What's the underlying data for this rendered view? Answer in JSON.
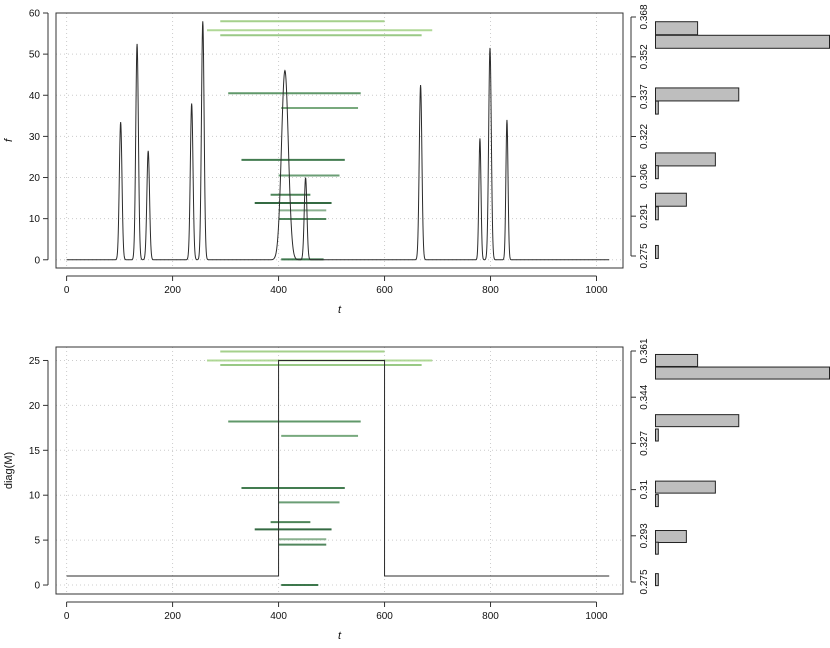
{
  "colors": {
    "frame": "#333333",
    "signal": "#2b2b2b",
    "grid": "#cccccc",
    "hist_fill": "#bebebe",
    "hist_stroke": "#222222"
  },
  "chart_data": [
    {
      "type": "line",
      "panel": "top",
      "xlabel": "t",
      "ylabel": "f",
      "xlim": [
        -20,
        1050
      ],
      "ylim": [
        -2,
        60
      ],
      "xticks": [
        0,
        200,
        400,
        600,
        800,
        1000
      ],
      "yticks": [
        0,
        10,
        20,
        30,
        40,
        50,
        60
      ],
      "right_axis_ticks": [
        "0.275",
        "0.291",
        "0.306",
        "0.322",
        "0.337",
        "0.352",
        "0.368"
      ],
      "grid": true,
      "series": [
        {
          "peaks": [
            {
              "center": 102,
              "height": 33.5,
              "width": 2.5
            },
            {
              "center": 133,
              "height": 52.5,
              "width": 2.5
            },
            {
              "center": 154,
              "height": 26.5,
              "width": 2.5
            },
            {
              "center": 236,
              "height": 38.0,
              "width": 2.5
            },
            {
              "center": 257,
              "height": 58.0,
              "width": 2.5
            },
            {
              "center": 412,
              "height": 46.0,
              "width": 6.5
            },
            {
              "center": 451,
              "height": 20.0,
              "width": 2.5
            },
            {
              "center": 668,
              "height": 42.5,
              "width": 2.5
            },
            {
              "center": 780,
              "height": 29.5,
              "width": 2.0
            },
            {
              "center": 799,
              "height": 51.5,
              "width": 2.5
            },
            {
              "center": 831,
              "height": 34.0,
              "width": 2.0
            }
          ]
        }
      ],
      "segments": [
        {
          "x0": 290,
          "x1": 600,
          "y": 58.0,
          "color": "#9ccc80"
        },
        {
          "x0": 265,
          "x1": 690,
          "y": 55.8,
          "color": "#a8d48c"
        },
        {
          "x0": 290,
          "x1": 670,
          "y": 54.6,
          "color": "#8fc478"
        },
        {
          "x0": 305,
          "x1": 555,
          "y": 40.5,
          "color": "#4f8d5a"
        },
        {
          "x0": 405,
          "x1": 550,
          "y": 36.9,
          "color": "#6aa070"
        },
        {
          "x0": 330,
          "x1": 525,
          "y": 24.3,
          "color": "#2f6e3e"
        },
        {
          "x0": 400,
          "x1": 515,
          "y": 20.5,
          "color": "#5c9467"
        },
        {
          "x0": 385,
          "x1": 460,
          "y": 15.8,
          "color": "#3b7848"
        },
        {
          "x0": 355,
          "x1": 500,
          "y": 13.8,
          "color": "#1f5a2e"
        },
        {
          "x0": 400,
          "x1": 490,
          "y": 12.0,
          "color": "#7fa985"
        },
        {
          "x0": 400,
          "x1": 490,
          "y": 9.9,
          "color": "#3f7a4c"
        },
        {
          "x0": 405,
          "x1": 485,
          "y": 0.1,
          "color": "#2a6a3a"
        }
      ],
      "histogram": {
        "bins": [
          {
            "value": 0.3,
            "ylevel": 1.9
          },
          {
            "value": 3.3,
            "ylevel": 14.6
          },
          {
            "value": 0.3,
            "ylevel": 11.3
          },
          {
            "value": 6.4,
            "ylevel": 24.4
          },
          {
            "value": 0.3,
            "ylevel": 21.3
          },
          {
            "value": 8.9,
            "ylevel": 40.2
          },
          {
            "value": 0.3,
            "ylevel": 37.0
          },
          {
            "value": 18.6,
            "ylevel": 53.0
          },
          {
            "value": 4.5,
            "ylevel": 56.3
          }
        ],
        "xlim": [
          0,
          18.6
        ]
      }
    },
    {
      "type": "line",
      "panel": "bottom",
      "xlabel": "t",
      "ylabel": "diag(M)",
      "xlim": [
        -20,
        1050
      ],
      "ylim": [
        -1,
        26.5
      ],
      "xticks": [
        0,
        200,
        400,
        600,
        800,
        1000
      ],
      "yticks": [
        0,
        5,
        10,
        15,
        20,
        25
      ],
      "right_axis_ticks": [
        "0.275",
        "0.293",
        "0.31",
        "0.327",
        "0.344",
        "0.361"
      ],
      "grid": true,
      "series": [
        {
          "x": [
            0,
            400,
            400,
            600,
            600,
            1024
          ],
          "y": [
            1,
            1,
            25,
            25,
            1,
            1
          ]
        }
      ],
      "segments": [
        {
          "x0": 290,
          "x1": 600,
          "y": 26.0,
          "color": "#9ccc80"
        },
        {
          "x0": 265,
          "x1": 690,
          "y": 25.0,
          "color": "#a8d48c"
        },
        {
          "x0": 290,
          "x1": 670,
          "y": 24.5,
          "color": "#8fc478"
        },
        {
          "x0": 305,
          "x1": 555,
          "y": 18.2,
          "color": "#4f8d5a"
        },
        {
          "x0": 405,
          "x1": 550,
          "y": 16.6,
          "color": "#6aa070"
        },
        {
          "x0": 330,
          "x1": 525,
          "y": 10.8,
          "color": "#2f6e3e"
        },
        {
          "x0": 400,
          "x1": 515,
          "y": 9.2,
          "color": "#5c9467"
        },
        {
          "x0": 385,
          "x1": 460,
          "y": 7.0,
          "color": "#3b7848"
        },
        {
          "x0": 355,
          "x1": 500,
          "y": 6.2,
          "color": "#1f5a2e"
        },
        {
          "x0": 400,
          "x1": 490,
          "y": 5.1,
          "color": "#7fa985"
        },
        {
          "x0": 400,
          "x1": 490,
          "y": 4.5,
          "color": "#3f7a4c"
        },
        {
          "x0": 405,
          "x1": 475,
          "y": 0.0,
          "color": "#2a6a3a"
        }
      ],
      "histogram": {
        "bins": [
          {
            "value": 0.3,
            "ylevel": 0.6
          },
          {
            "value": 3.3,
            "ylevel": 5.4
          },
          {
            "value": 0.3,
            "ylevel": 4.1
          },
          {
            "value": 6.4,
            "ylevel": 10.9
          },
          {
            "value": 0.3,
            "ylevel": 9.4
          },
          {
            "value": 8.9,
            "ylevel": 18.3
          },
          {
            "value": 0.3,
            "ylevel": 16.7
          },
          {
            "value": 18.6,
            "ylevel": 23.6
          },
          {
            "value": 4.5,
            "ylevel": 25.0
          }
        ],
        "xlim": [
          0,
          18.6
        ]
      }
    }
  ]
}
